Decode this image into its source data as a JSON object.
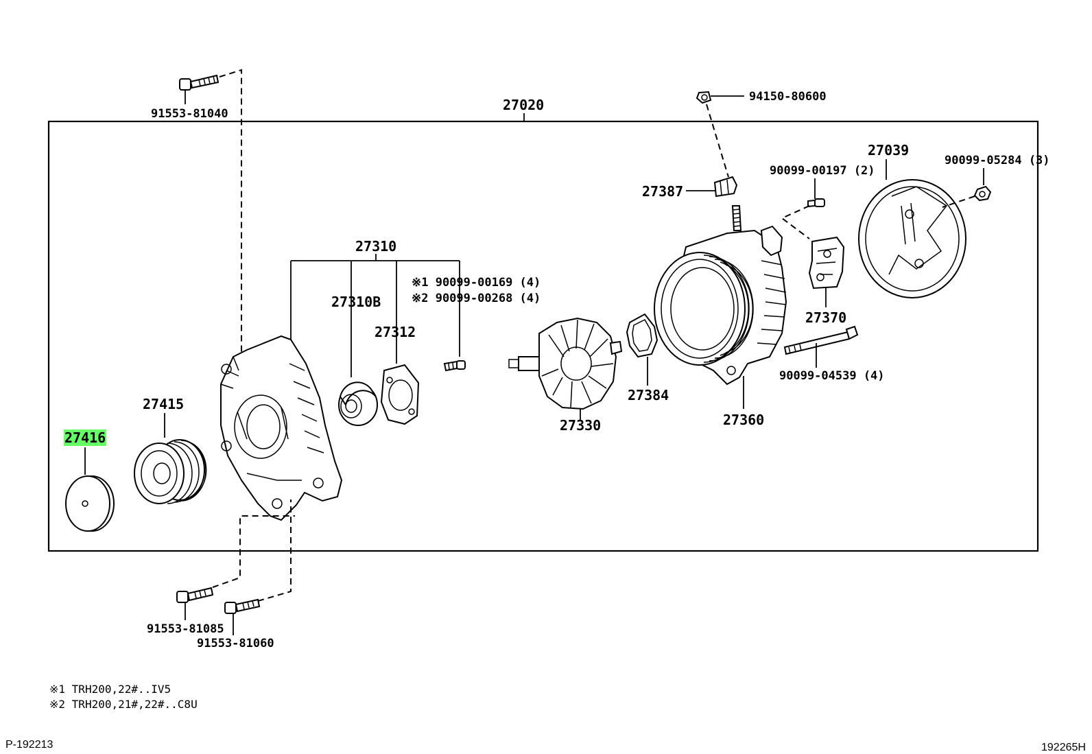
{
  "diagram": {
    "assembly_label": "27020",
    "highlight_color": "#66ff66",
    "labels": {
      "bolt_top": "91553-81040",
      "clip_top": "94150-80600",
      "p27387": "27387",
      "p27039": "27039",
      "screw_2": "90099-00197 (2)",
      "nut_3": "90099-05284 (3)",
      "p27310": "27310",
      "p27310b": "27310B",
      "p27312": "27312",
      "screw_n1": "※1 90099-00169 (4)",
      "screw_n2": "※2 90099-00268 (4)",
      "p27370": "27370",
      "p27330": "27330",
      "p27384": "27384",
      "p27360": "27360",
      "bolt_long": "90099-04539 (4)",
      "p27415": "27415",
      "p27416": "27416",
      "bolt_b1": "91553-81085",
      "bolt_b2": "91553-81060"
    },
    "notes": [
      "※1 TRH200,22#..IV5",
      "※2 TRH200,21#,22#..C8U"
    ],
    "page_ref_left": "P-192213",
    "page_ref_right": "192265H"
  }
}
